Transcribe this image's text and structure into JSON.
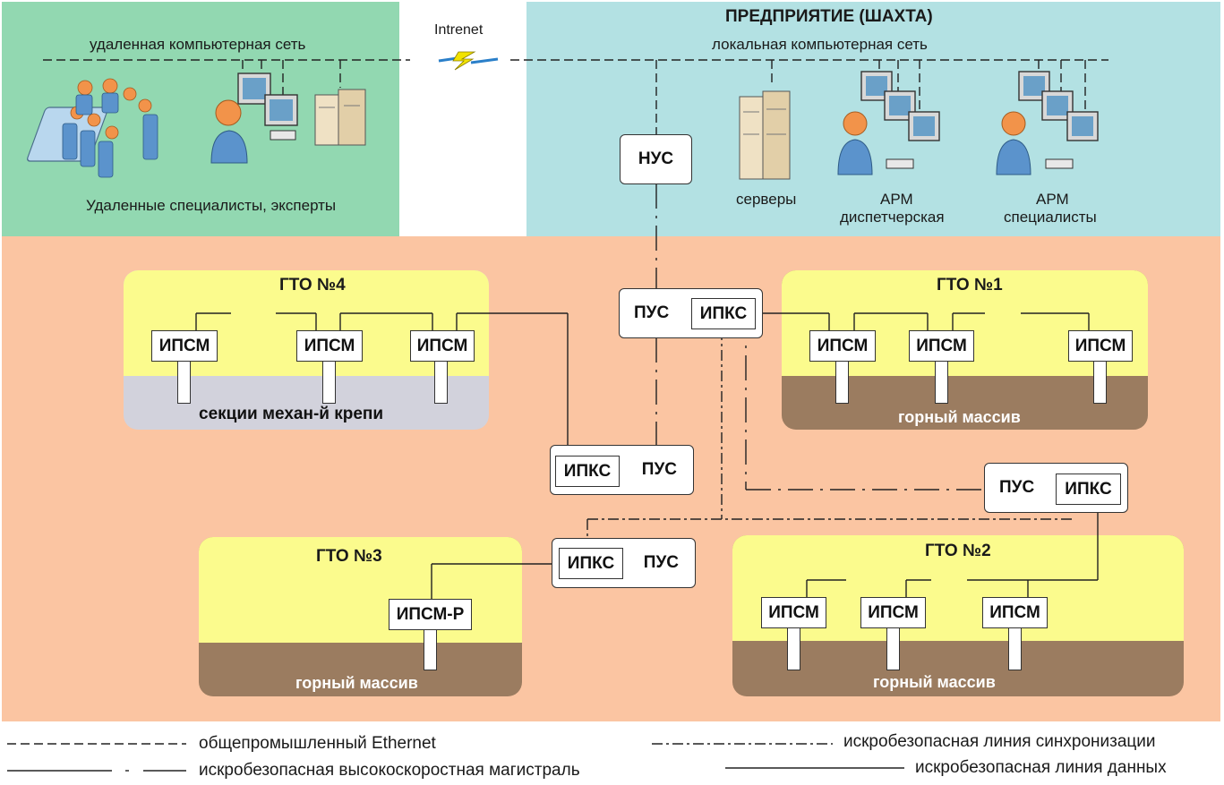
{
  "colors": {
    "remote_bg": "#92d8b1",
    "enterprise_bg": "#b3e1e3",
    "mine_bg": "#fbc5a2",
    "panel_yellow": "#fbfb8d",
    "ground_brown": "#9b7c60",
    "support_gray": "#d2d2dc"
  },
  "top": {
    "remote_network_label": "удаленная компьютерная сеть",
    "remote_caption": "Удаленные специалисты, эксперты",
    "internet_label": "Intrenet",
    "enterprise_title": "ПРЕДПРИЯТИЕ (ШАХТА)",
    "local_network_label": "локальная компьютерная сеть",
    "nus_label": "НУС",
    "servers_caption": "серверы",
    "arm_dispatch_line1": "АРМ",
    "arm_dispatch_line2": "диспетчерская",
    "arm_spec_line1": "АРМ",
    "arm_spec_line2": "специалисты"
  },
  "gto4": {
    "title": "ГТО №4",
    "nodes": [
      "ИПСМ",
      "ИПСМ",
      "ИПСМ"
    ],
    "ground_label": "секции механ-й крепи"
  },
  "gto1": {
    "title": "ГТО №1",
    "nodes": [
      "ИПСМ",
      "ИПСМ",
      "ИПСМ"
    ],
    "ground_label": "горный массив"
  },
  "gto3": {
    "title": "ГТО №3",
    "nodes": [
      "ИПСМ-Р"
    ],
    "ground_label": "горный массив"
  },
  "gto2": {
    "title": "ГТО №2",
    "nodes": [
      "ИПСМ",
      "ИПСМ",
      "ИПСМ"
    ],
    "ground_label": "горный массив"
  },
  "hubs": {
    "pus_main": "ПУС",
    "ipks_main": "ИПКС",
    "pus_left": "ПУС",
    "ipks_left": "ИПКС",
    "pus_right": "ПУС",
    "ipks_right": "ИПКС",
    "pus_bottom": "ПУС",
    "ipks_bottom": "ИПКС"
  },
  "legend": {
    "ethernet": "общепромышленный Ethernet",
    "highspeed": "искробезопасная высокоскоростная магистраль",
    "sync": "искробезопасная линия синхронизации",
    "data": "искробезопасная линия данных"
  }
}
